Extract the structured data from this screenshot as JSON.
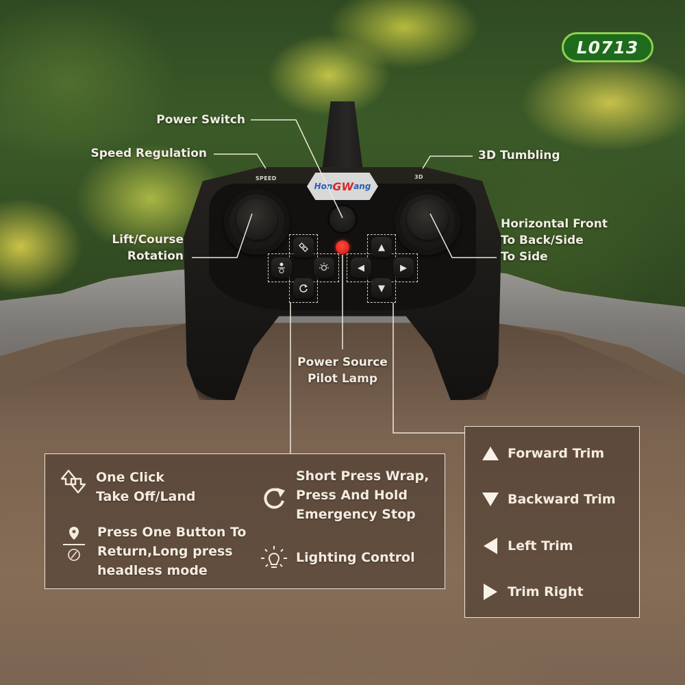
{
  "product_code": "L0713",
  "controller": {
    "brand_prefix": "Hon",
    "brand_mark": "GW",
    "brand_suffix": "ang",
    "speed_label": "SPEED",
    "tumble_label": "3D"
  },
  "callouts": {
    "power_switch": "Power Switch",
    "speed_regulation": "Speed Regulation",
    "tumbling": "3D Tumbling",
    "lift_course_line1": "Lift/Course",
    "lift_course_line2": "Rotation",
    "horizontal_line1": "Horizontal Front",
    "horizontal_line2": "To Back/Side",
    "horizontal_line3": "To Side",
    "pilot_lamp_line1": "Power Source",
    "pilot_lamp_line2": "Pilot Lamp"
  },
  "function_panel": {
    "items": [
      {
        "icon": "takeoff-land-arrows",
        "lines": [
          "One Click",
          "Take Off/Land"
        ]
      },
      {
        "icon": "return-headless",
        "lines": [
          "Press One Button To",
          "Return,Long press",
          "headless mode"
        ]
      },
      {
        "icon": "rotate-arrow",
        "lines": [
          "Short Press Wrap,",
          "Press And Hold",
          "Emergency Stop"
        ]
      },
      {
        "icon": "light-bulb",
        "lines": [
          "Lighting Control"
        ]
      }
    ]
  },
  "trim_panel": {
    "items": [
      {
        "icon": "triangle-up",
        "glyph": "▲",
        "label": "Forward Trim"
      },
      {
        "icon": "triangle-down",
        "glyph": "▼",
        "label": "Backward Trim"
      },
      {
        "icon": "triangle-left",
        "glyph": "◀",
        "label": "Left Trim"
      },
      {
        "icon": "triangle-right",
        "glyph": "▶",
        "label": "Trim Right"
      }
    ]
  },
  "colors": {
    "badge_green": "#1f6b1e",
    "badge_border": "#8fd14f",
    "pilot_lamp_red": "#e0201a",
    "brand_blue": "#2a5fb0",
    "brand_red": "#d9262a",
    "text": "#f4ece0"
  }
}
